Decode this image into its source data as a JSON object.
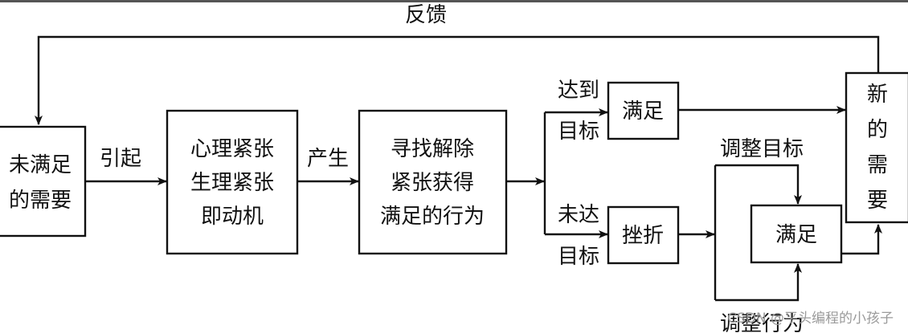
{
  "feedback_label": "反馈",
  "nodes": {
    "unmet_need": [
      "未满足",
      "的需要"
    ],
    "tension": [
      "心理紧张",
      "生理紧张",
      "即动机"
    ],
    "seek": [
      "寻找解除",
      "紧张获得",
      "满足的行为"
    ],
    "satisfied_top": "满足",
    "frustration": "挫折",
    "satisfied_bottom": "满足",
    "new_need": [
      "新",
      "的",
      "需",
      "要"
    ]
  },
  "edges": {
    "cause": "引起",
    "produce": "产生",
    "reach_goal": [
      "达到",
      "目标"
    ],
    "not_reach_goal": [
      "未达",
      "目标"
    ],
    "adjust_goal": "调整目标",
    "adjust_behavior": "调整行为"
  },
  "watermark": "CSDN @平头编程的小孩子"
}
